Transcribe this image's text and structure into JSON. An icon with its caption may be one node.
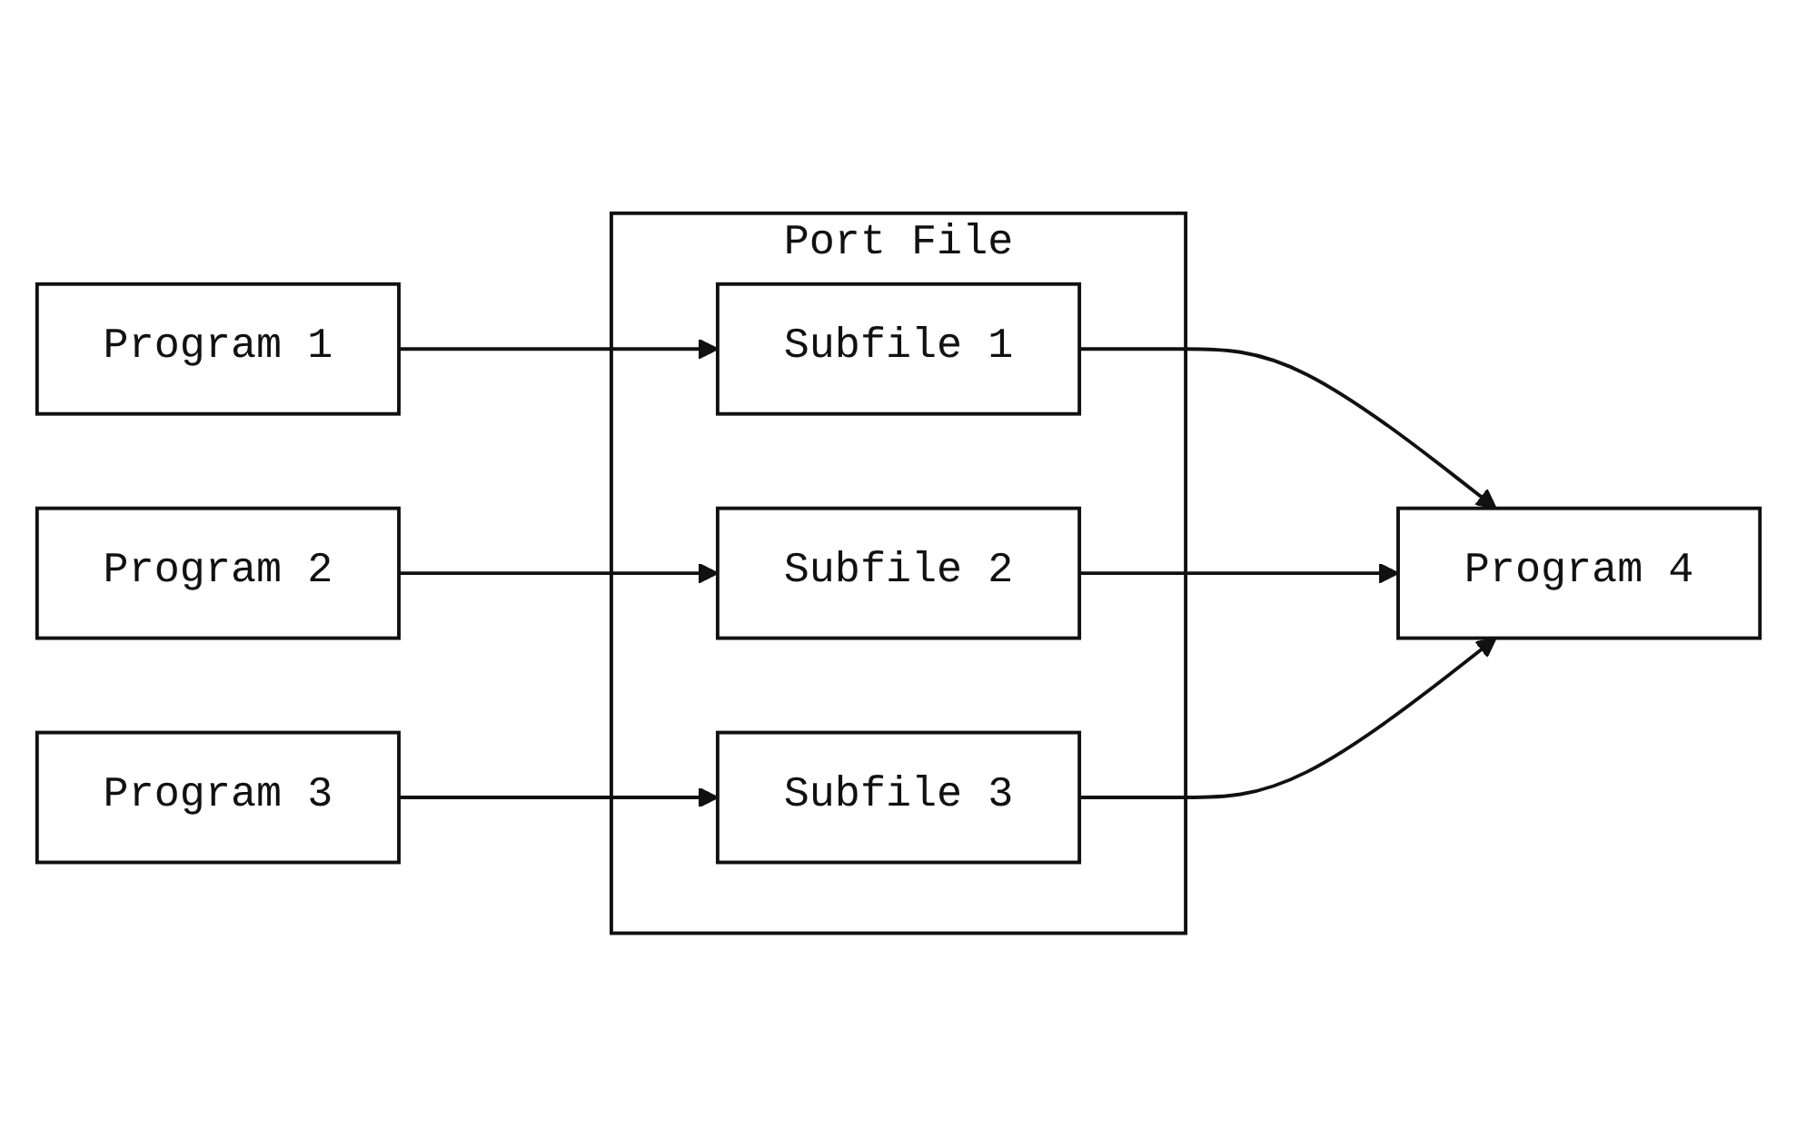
{
  "diagram": {
    "nodes": [
      {
        "text": [
          "Port File"
        ]
      },
      {
        "text": [
          "Subfile 1"
        ],
        "in": 0
      },
      {
        "text": [
          "Subfile 2"
        ],
        "in": 0
      },
      {
        "text": [
          "Subfile 3"
        ],
        "in": 0
      },
      {
        "text": [
          "Program 1"
        ]
      },
      {
        "text": [
          "Program 2"
        ]
      },
      {
        "text": [
          "Program 3"
        ]
      },
      {
        "text": [
          "Program 4"
        ]
      }
    ],
    "edges": [
      {
        "from": 4,
        "to": 1,
        "arrow": "to"
      },
      {
        "from": 5,
        "to": 2,
        "arrow": "to"
      },
      {
        "from": 6,
        "to": 3,
        "arrow": "to"
      },
      {
        "from": 1,
        "to": 7,
        "arrow": "to"
      },
      {
        "from": 2,
        "to": 7,
        "arrow": "to"
      },
      {
        "from": 3,
        "to": 7,
        "arrow": "to"
      }
    ]
  }
}
